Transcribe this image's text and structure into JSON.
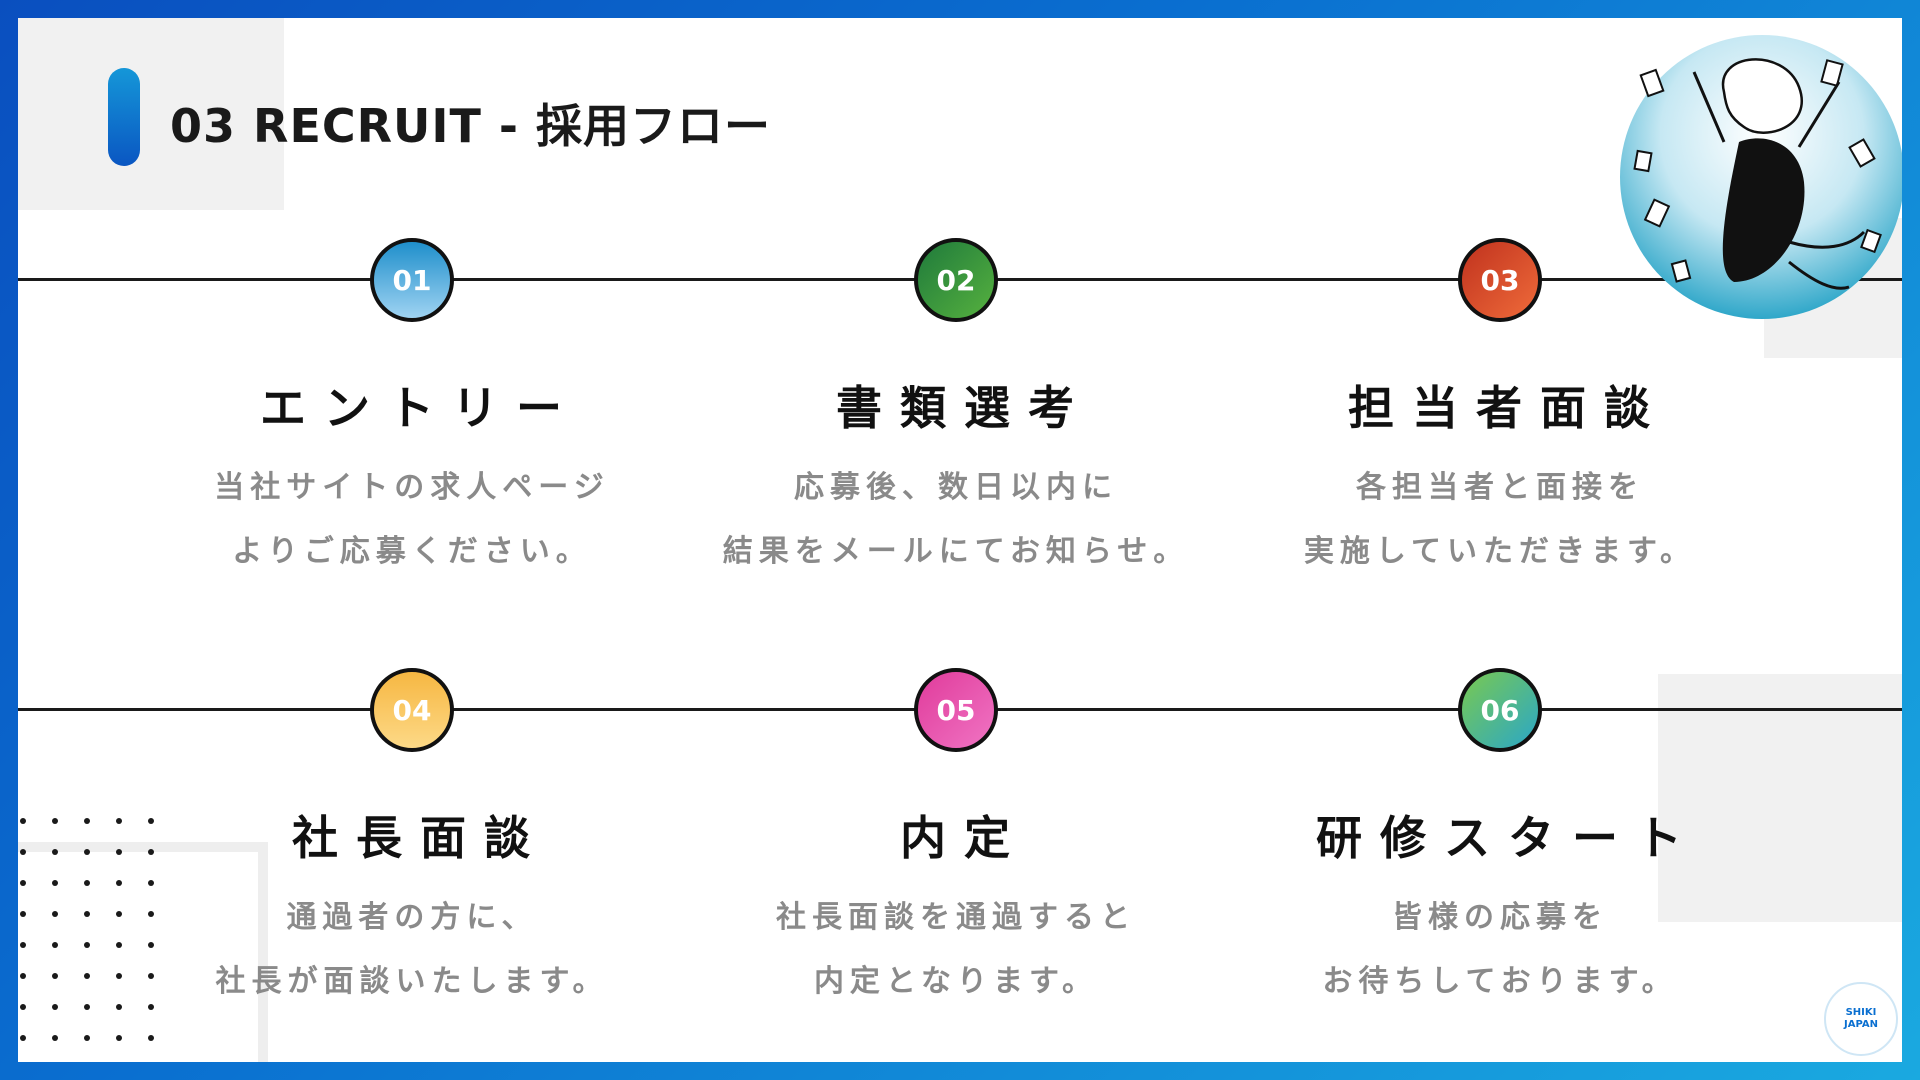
{
  "header": {
    "title": "03 RECRUIT - 採用フロー"
  },
  "steps": [
    {
      "number": "01",
      "title": "エントリー",
      "desc_line1": "当社サイトの求人ページ",
      "desc_line2": "よりご応募ください。"
    },
    {
      "number": "02",
      "title": "書類選考",
      "desc_line1": "応募後、数日以内に",
      "desc_line2": "結果をメールにてお知らせ。"
    },
    {
      "number": "03",
      "title": "担当者面談",
      "desc_line1": "各担当者と面接を",
      "desc_line2": "実施していただきます。"
    },
    {
      "number": "04",
      "title": "社長面談",
      "desc_line1": "通過者の方に、",
      "desc_line2": "社長が面談いたします。"
    },
    {
      "number": "05",
      "title": "内定",
      "desc_line1": "社長面談を通過すると",
      "desc_line2": "内定となります。"
    },
    {
      "number": "06",
      "title": "研修スタート",
      "desc_line1": "皆様の応募を",
      "desc_line2": "お待ちしております。"
    }
  ],
  "logo": {
    "line1": "SHIKI",
    "line2": "JAPAN"
  },
  "colors": {
    "frame": "#0a6fd0",
    "step1": "#1f8fcb",
    "step2": "#2e8b3e",
    "step3": "#d9462a",
    "step4": "#f6b742",
    "step5": "#e03b9b",
    "step6": "#4fb88c"
  },
  "icons": {
    "illustration": "person-throwing-papers-illustration",
    "logo": "shiki-japan-logo"
  }
}
